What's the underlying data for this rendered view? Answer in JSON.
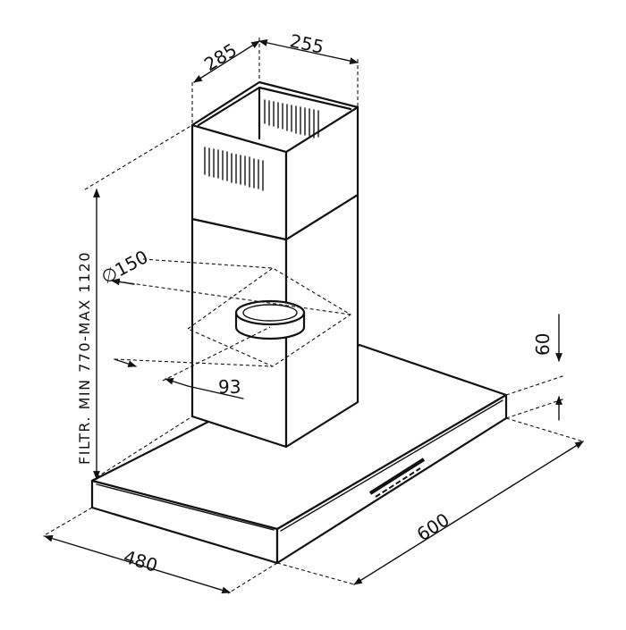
{
  "diagram": {
    "labels": {
      "chimney_depth": "285",
      "chimney_width": "255",
      "duct_diameter": "∅150",
      "duct_offset": "93",
      "height_range": "FILTR. MIN 770-MAX 1120",
      "canopy_thickness": "60",
      "canopy_width": "600",
      "canopy_depth": "480"
    },
    "colors": {
      "line": "#111111",
      "background": "#ffffff"
    }
  }
}
